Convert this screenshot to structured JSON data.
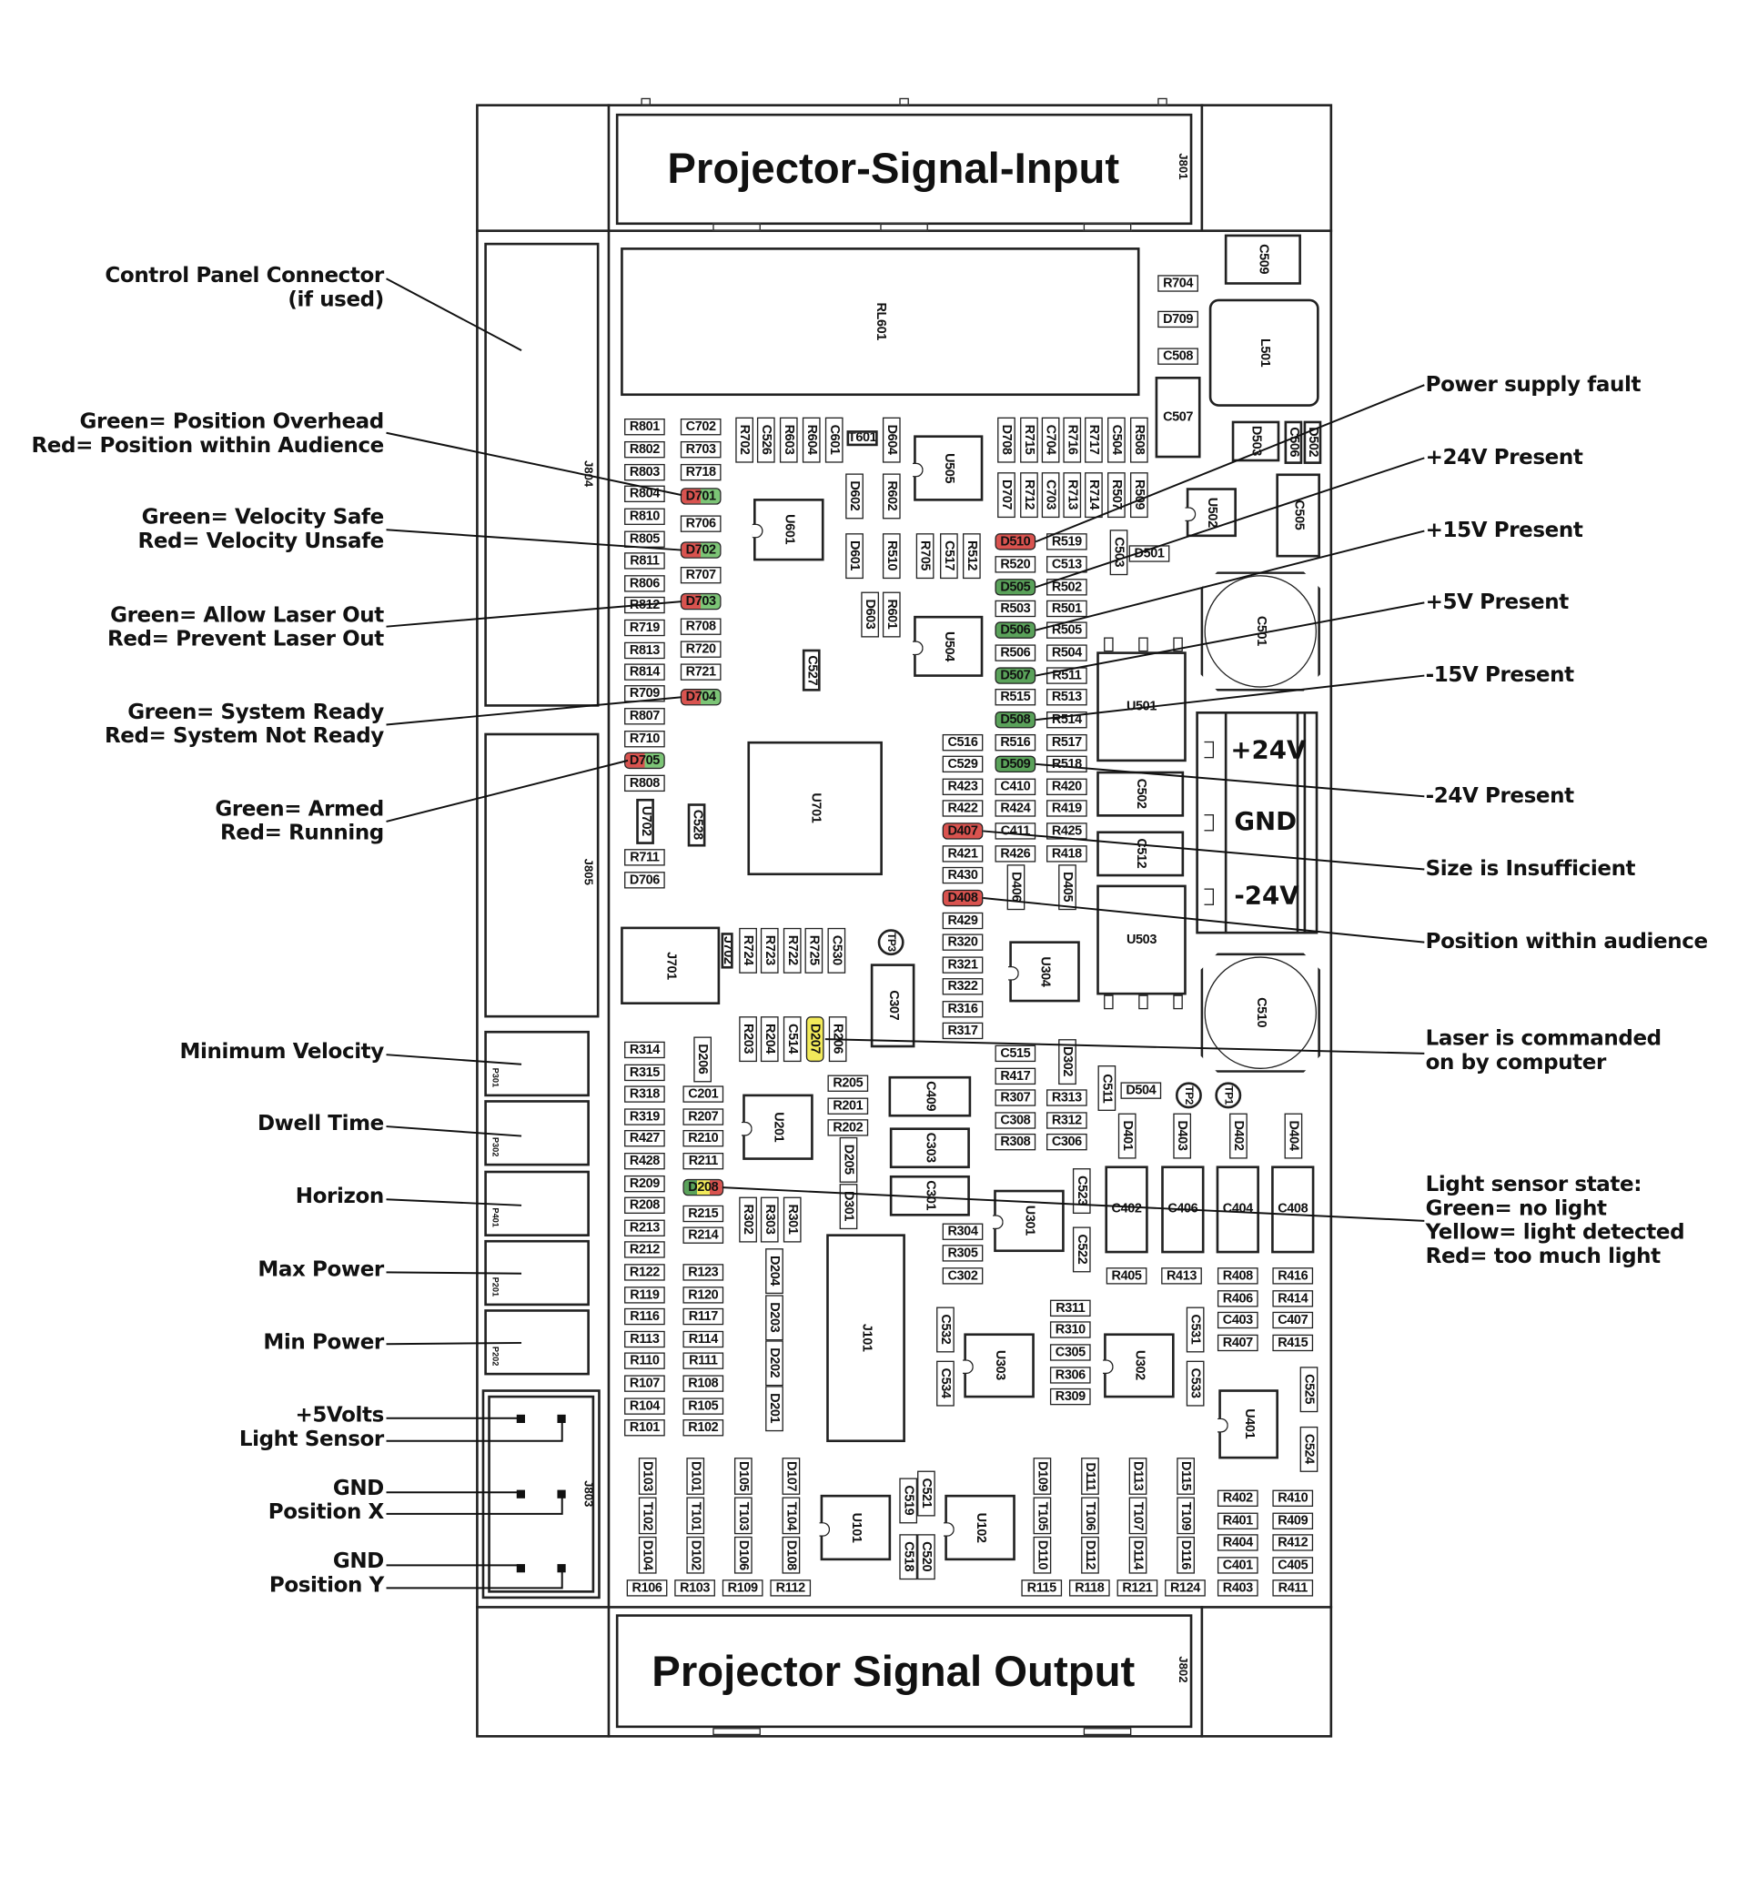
{
  "header": {
    "input_title": "Projector-Signal-Input",
    "input_ref": "J801",
    "output_title": "Projector Signal Output",
    "output_ref": "J802"
  },
  "connectors": {
    "control_panel": "J804",
    "j805": "J805",
    "p301": "P301",
    "p302": "P302",
    "p401": "P401",
    "p201": "P201",
    "p202": "P202",
    "j803": "J803"
  },
  "terminal": {
    "plus24": "+24V",
    "gnd": "GND",
    "minus24": "-24V"
  },
  "callouts_left": {
    "control_panel": [
      "Control Panel Connector",
      "(if used)"
    ],
    "position": [
      "Green= Position Overhead",
      "Red= Position within Audience"
    ],
    "velocity": [
      "Green= Velocity Safe",
      "Red= Velocity Unsafe"
    ],
    "laser": [
      "Green= Allow Laser Out",
      "Red= Prevent Laser Out"
    ],
    "system": [
      "Green= System Ready",
      "Red= System Not Ready"
    ],
    "armed": [
      "Green= Armed",
      "Red= Running"
    ],
    "min_velocity": "Minimum Velocity",
    "dwell": "Dwell Time",
    "horizon": "Horizon",
    "max_power": "Max Power",
    "min_power": "Min Power",
    "plus5": "+5Volts",
    "light_sensor": "Light Sensor",
    "gnd_x": "GND",
    "pos_x": "Position X",
    "gnd_y": "GND",
    "pos_y": "Position Y"
  },
  "callouts_right": {
    "psu_fault": "Power supply fault",
    "p24": "+24V Present",
    "p15": "+15V Present",
    "p5": "+5V Present",
    "m15": "-15V Present",
    "m24": "-24V Present",
    "size": "Size is Insufficient",
    "audience": "Position within audience",
    "laser_cmd": [
      "Laser is commanded",
      "on by computer"
    ],
    "light_state": [
      "Light sensor state:",
      "Green= no light",
      "Yellow= light detected",
      "Red= too much light"
    ]
  },
  "colors": {
    "red": "#d9534f",
    "green": "#7cc576",
    "dark_green": "#5aa25a",
    "yellow": "#f2ea5a"
  },
  "leds": {
    "D701": [
      "#d9534f",
      "#7cc576"
    ],
    "D702": [
      "#d9534f",
      "#7cc576"
    ],
    "D703": [
      "#d9534f",
      "#7cc576"
    ],
    "D704": [
      "#d9534f",
      "#7cc576"
    ],
    "D705": [
      "#d9534f",
      "#7cc576"
    ],
    "D510": [
      "#d9534f"
    ],
    "D505": [
      "#5aa25a"
    ],
    "D506": [
      "#5aa25a"
    ],
    "D507": [
      "#5aa25a"
    ],
    "D508": [
      "#5aa25a"
    ],
    "D509": [
      "#5aa25a"
    ],
    "D407": [
      "#d9534f"
    ],
    "D408": [
      "#d9534f"
    ],
    "D207": [
      "#f2ea5a"
    ],
    "D208": [
      "#5aa25a",
      "#f2ea5a",
      "#d9534f"
    ]
  },
  "components": [
    "RL601",
    "C509",
    "L501",
    "C507",
    "R704",
    "D709",
    "C508",
    "R801",
    "R802",
    "R803",
    "R804",
    "R810",
    "R805",
    "R811",
    "R806",
    "R812",
    "R719",
    "R813",
    "R814",
    "R709",
    "R807",
    "R710",
    "D705",
    "R808",
    "U702",
    "R711",
    "D706",
    "C702",
    "R703",
    "R718",
    "D701",
    "R706",
    "D702",
    "R707",
    "D703",
    "R708",
    "R720",
    "R721",
    "D704",
    "R702",
    "C526",
    "R603",
    "R604",
    "C601",
    "T601",
    "D604",
    "U505",
    "D602",
    "R602",
    "U601",
    "D601",
    "R510",
    "R705",
    "C517",
    "R512",
    "D603",
    "R601",
    "U504",
    "C527",
    "U701",
    "C528",
    "D708",
    "R715",
    "C704",
    "R716",
    "R717",
    "C504",
    "R508",
    "D707",
    "R712",
    "C703",
    "R713",
    "R714",
    "R507",
    "R509",
    "D510",
    "R520",
    "D505",
    "R503",
    "D506",
    "R506",
    "D507",
    "R515",
    "D508",
    "R516",
    "D509",
    "C410",
    "R424",
    "C411",
    "R426",
    "D406",
    "R519",
    "C513",
    "R502",
    "R501",
    "R505",
    "R504",
    "R511",
    "R513",
    "R514",
    "R517",
    "R518",
    "R420",
    "R419",
    "R425",
    "R418",
    "D405",
    "C516",
    "C529",
    "R423",
    "R422",
    "D407",
    "R421",
    "R430",
    "D408",
    "R429",
    "R320",
    "R321",
    "R322",
    "R316",
    "R317",
    "C503",
    "D501",
    "U502",
    "C505",
    "D503",
    "C506",
    "D502",
    "C501",
    "U501",
    "C502",
    "C512",
    "U503",
    "C510",
    "U304",
    "TP3",
    "C307",
    "J701",
    "J702",
    "R724",
    "R723",
    "R722",
    "R725",
    "C530",
    "R203",
    "R204",
    "C514",
    "D207",
    "R206",
    "R314",
    "R315",
    "R318",
    "R319",
    "R427",
    "R428",
    "R209",
    "R208",
    "R213",
    "R212",
    "R122",
    "R119",
    "R116",
    "R113",
    "R110",
    "R107",
    "R104",
    "R101",
    "D206",
    "C201",
    "R207",
    "R210",
    "R211",
    "D208",
    "R215",
    "R214",
    "R123",
    "R120",
    "R117",
    "R114",
    "R111",
    "R108",
    "R105",
    "R102",
    "U201",
    "R205",
    "R201",
    "R202",
    "D205",
    "D301",
    "C409",
    "C303",
    "C301",
    "R302",
    "R303",
    "R301",
    "D204",
    "D203",
    "D202",
    "D201",
    "J101",
    "C515",
    "R417",
    "R307",
    "C308",
    "R308",
    "D302",
    "R313",
    "R312",
    "C306",
    "C511",
    "D504",
    "TP2",
    "TP1",
    "D401",
    "D403",
    "D402",
    "D404",
    "C402",
    "C406",
    "C404",
    "C408",
    "R405",
    "R413",
    "R408",
    "R416",
    "R406",
    "R414",
    "C403",
    "C407",
    "R407",
    "R415",
    "U301",
    "C523",
    "C522",
    "R304",
    "R305",
    "C302",
    "C532",
    "C534",
    "U303",
    "R311",
    "R310",
    "C305",
    "R306",
    "R309",
    "U302",
    "C531",
    "C533",
    "U401",
    "C525",
    "C524",
    "D103",
    "T102",
    "D104",
    "D101",
    "T101",
    "D102",
    "D105",
    "T103",
    "D106",
    "D107",
    "T104",
    "D108",
    "R106",
    "R103",
    "R109",
    "R112",
    "U101",
    "C519",
    "C521",
    "C518",
    "C520",
    "U102",
    "D109",
    "T105",
    "D110",
    "D111",
    "T106",
    "D112",
    "D113",
    "T107",
    "D114",
    "D115",
    "T109",
    "D116",
    "R115",
    "R118",
    "R121",
    "R124",
    "R402",
    "R410",
    "R401",
    "R409",
    "R404",
    "R412",
    "C401",
    "C405",
    "R403",
    "R411"
  ]
}
